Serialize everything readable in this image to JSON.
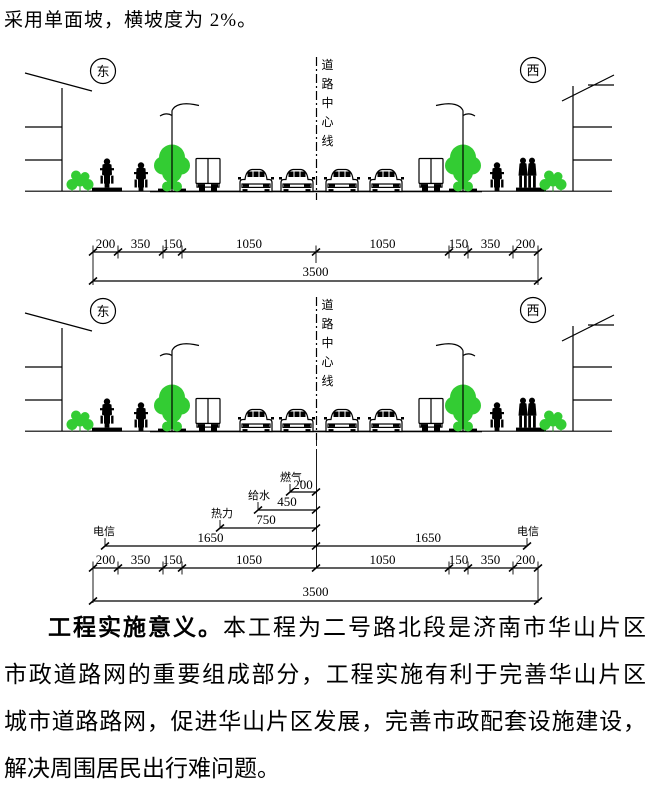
{
  "page": {
    "top_text": "采用单面坡，横坡度为 2%。",
    "paragraph": {
      "lead_bold": "工程实施意义。",
      "line1_rest": "本工程为二号路北段是济南市华山片区",
      "line2": "市政道路网的重要组成部分，工程实施有利于完善华山片区",
      "line3": "城市道路路网，促进华山片区发展，完善市政配套设施建设，",
      "line4": "解决周围居民出行难问题。"
    }
  },
  "drawing": {
    "east_label": "东",
    "west_label": "西",
    "centerline_chars": [
      "道",
      "路",
      "中",
      "心",
      "线"
    ],
    "dims": [
      "200",
      "350",
      "150",
      "1050",
      "1050",
      "150",
      "350",
      "200"
    ],
    "total": "3500",
    "utilities": [
      {
        "name": "电信",
        "dist": "1650"
      },
      {
        "name": "热力",
        "dist": "750"
      },
      {
        "name": "给水",
        "dist": "450"
      },
      {
        "name": "燃气",
        "dist": "200"
      },
      {
        "name": "电信",
        "dist": "1650"
      }
    ],
    "colors": {
      "line_black": "#000000",
      "vegetation_green": "#33cc33"
    }
  }
}
